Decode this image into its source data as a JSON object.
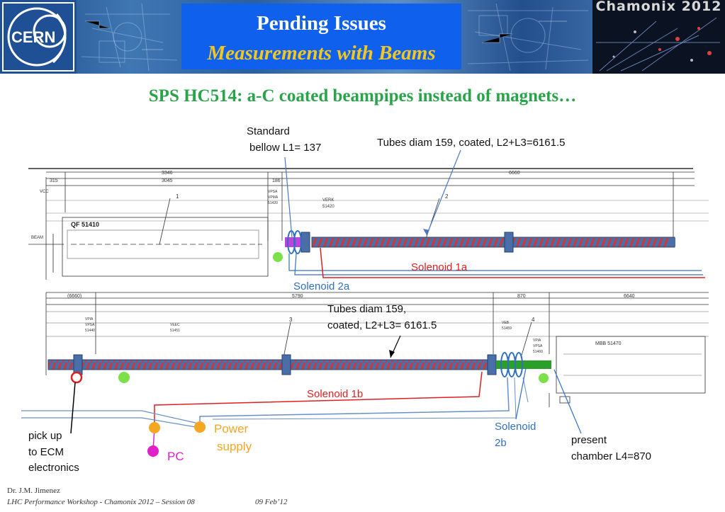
{
  "header": {
    "logo_text": "CERN",
    "title": "Pending Issues",
    "subtitle": "Measurements with Beams",
    "event": "Chamonix 2012"
  },
  "slide_title": "SPS HC514: a-C coated beampipes instead of magnets…",
  "annotations": {
    "standard_bellow_1": "Standard",
    "standard_bellow_2": "bellow L1= 137",
    "tubes_top": "Tubes  diam 159, coated, L2+L3=6161.5",
    "solenoid_1a": "Solenoid 1a",
    "solenoid_2a": "Solenoid 2a",
    "tubes_bottom_1": "Tubes  diam 159,",
    "tubes_bottom_2": "coated, L2+L3= 6161.5",
    "solenoid_1b": "Solenoid 1b",
    "solenoid_2b_1": "Solenoid",
    "solenoid_2b_2": "2b",
    "present_chamber_1": "present",
    "present_chamber_2": "chamber  L4=870",
    "pickup_1": "pick up",
    "pickup_2": "to ECM",
    "pickup_3": "electronics",
    "power_supply_1": "Power",
    "power_supply_2": "supply",
    "pc": "PC"
  },
  "drawing_labels": {
    "dim_3346": "3346",
    "dim_6660": "6660",
    "dim_3045": "3045",
    "dim_186": "186",
    "dim_315": "315",
    "vcc": "VCC",
    "beam": "BEAM",
    "qf": "QF  51410",
    "vpsa_top_1": "VPSA",
    "vpsa_top_2": "VPMA",
    "vpsa_top_3": "51420",
    "verk_1": "VERK",
    "verk_2": "51420",
    "part_1": "1",
    "part_2": "2",
    "dim_6660_b": "(6660)",
    "dim_5790": "5790",
    "dim_870": "870",
    "dim_6640": "6640",
    "vpia_1": "VPIA",
    "vpia_2": "VPSA",
    "vpia_3": "51440",
    "veec_1": "VEEC",
    "veec_2": "51451",
    "veb_1": "VEB",
    "veb_2": "51459",
    "vpia_r_1": "VPIA",
    "vpia_r_2": "VPSA",
    "vpia_r_3": "51460",
    "part_3": "3",
    "part_4": "4",
    "mbb": "MBB 51470"
  },
  "footer": {
    "author": "Dr. J.M. Jimenez",
    "event": "LHC Performance Workshop - Chamonix 2012 – Session 08",
    "date": "09 Feb’12"
  },
  "colors": {
    "title_box": "#1060ee",
    "title_sub": "#f2c81e",
    "slide_title": "#2aa44a",
    "solenoid_red": "#c83a3a",
    "beampipe_blue": "#4a6fa8",
    "power_orange": "#f5a623",
    "pc_magenta": "#e020c8",
    "green_marker": "#7be04a",
    "pink_chamber": "#c040e0",
    "green_chamber": "#2aa02a",
    "label_blue": "#3070c0"
  }
}
